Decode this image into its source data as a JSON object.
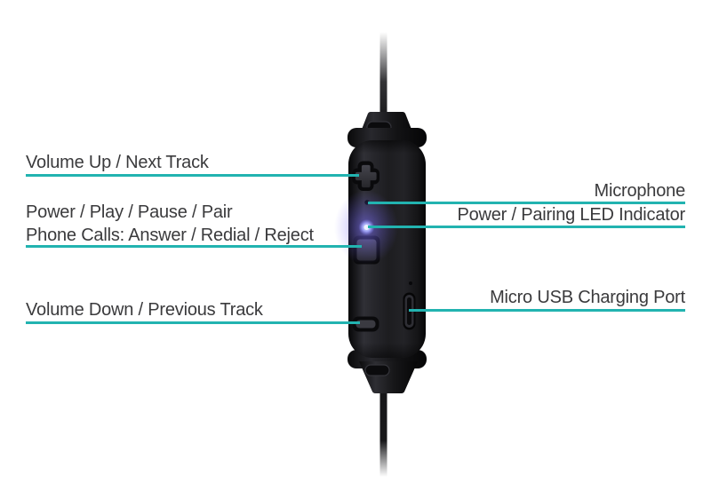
{
  "diagram_title": "Bluetooth headset inline remote control feature diagram",
  "colors": {
    "background": "#ffffff",
    "accent": "#22b3b0",
    "text": "#3a3a3c",
    "led_glow": "#7a6cfa",
    "device_body": "#1d1d20"
  },
  "callouts": {
    "volume_up": {
      "label": "Volume Up / Next Track",
      "target": "volume-up-button",
      "side": "left"
    },
    "power": {
      "label_line1": "Power / Play / Pause / Pair",
      "label_line2": "Phone Calls: Answer / Redial / Reject",
      "target": "power-button",
      "side": "left"
    },
    "volume_down": {
      "label": "Volume Down / Previous Track",
      "target": "volume-down-button",
      "side": "left"
    },
    "microphone": {
      "label": "Microphone",
      "target": "microphone-hole",
      "side": "right"
    },
    "led": {
      "label": "Power / Pairing LED Indicator",
      "target": "led-indicator",
      "side": "right"
    },
    "usb": {
      "label": "Micro USB Charging Port",
      "target": "micro-usb-port",
      "side": "right"
    }
  }
}
